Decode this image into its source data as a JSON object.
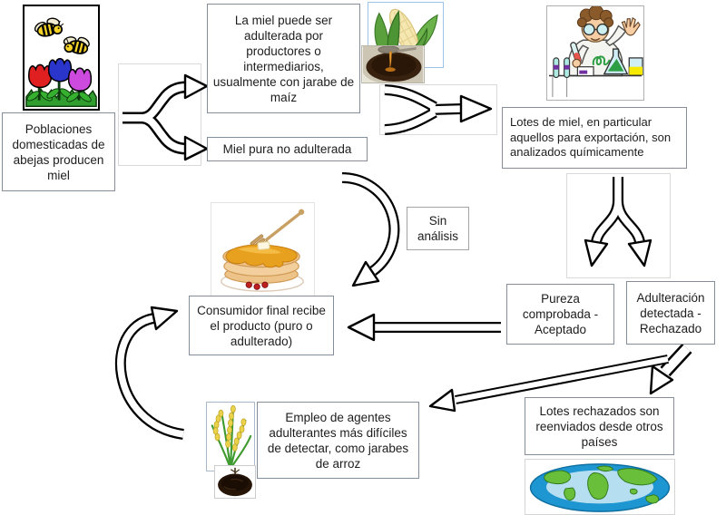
{
  "boxes": {
    "poblaciones": "Poblaciones domesticadas de abejas producen miel",
    "adulterada": "La miel puede ser adulterada por productores o intermediarios, usualmente con jarabe de maíz",
    "pura": "Miel pura no adulterada",
    "lotes_analizados": "Lotes de miel, en particular aquellos para exportación, son analizados químicamente",
    "sin_analisis": "Sin análisis",
    "consumidor": "Consumidor final recibe el producto (puro o adulterado)",
    "pureza": "Pureza comprobada - Aceptado",
    "adulteracion": "Adulteración detectada - Rechazado",
    "rechazados": "Lotes rechazados son reenviados desde otros países",
    "empleo": "Empleo de agentes adulterantes más difíciles de detectar, como jarabes de arroz"
  },
  "icons": {
    "bees": "bees-and-tulips",
    "corn": "corn-cob",
    "syrup": "syrup-pour",
    "scientist": "chemist-lab",
    "pancakes": "pancakes-with-honey-dipper",
    "rice": "rice-plant",
    "soil": "soil-mound",
    "globe": "world-globe"
  },
  "colors": {
    "box_border": "#848e98",
    "arrow_outline": "#000000",
    "arrow_fill": "#ffffff",
    "text": "#1d1d1d",
    "bee_yellow": "#f5d327",
    "tulip_red": "#e02020",
    "tulip_blue": "#2a35cc",
    "tulip_purple": "#cc4add",
    "honey_amber": "#e8a11f",
    "flask_green": "#2e9e44",
    "tube_red": "#e8554d",
    "beaker_yellow": "#f5ea00",
    "globe_blue": "#1e96d2",
    "globe_inner": "#b5def0",
    "continent_green": "#6abf3a",
    "soil_brown": "#261507"
  }
}
